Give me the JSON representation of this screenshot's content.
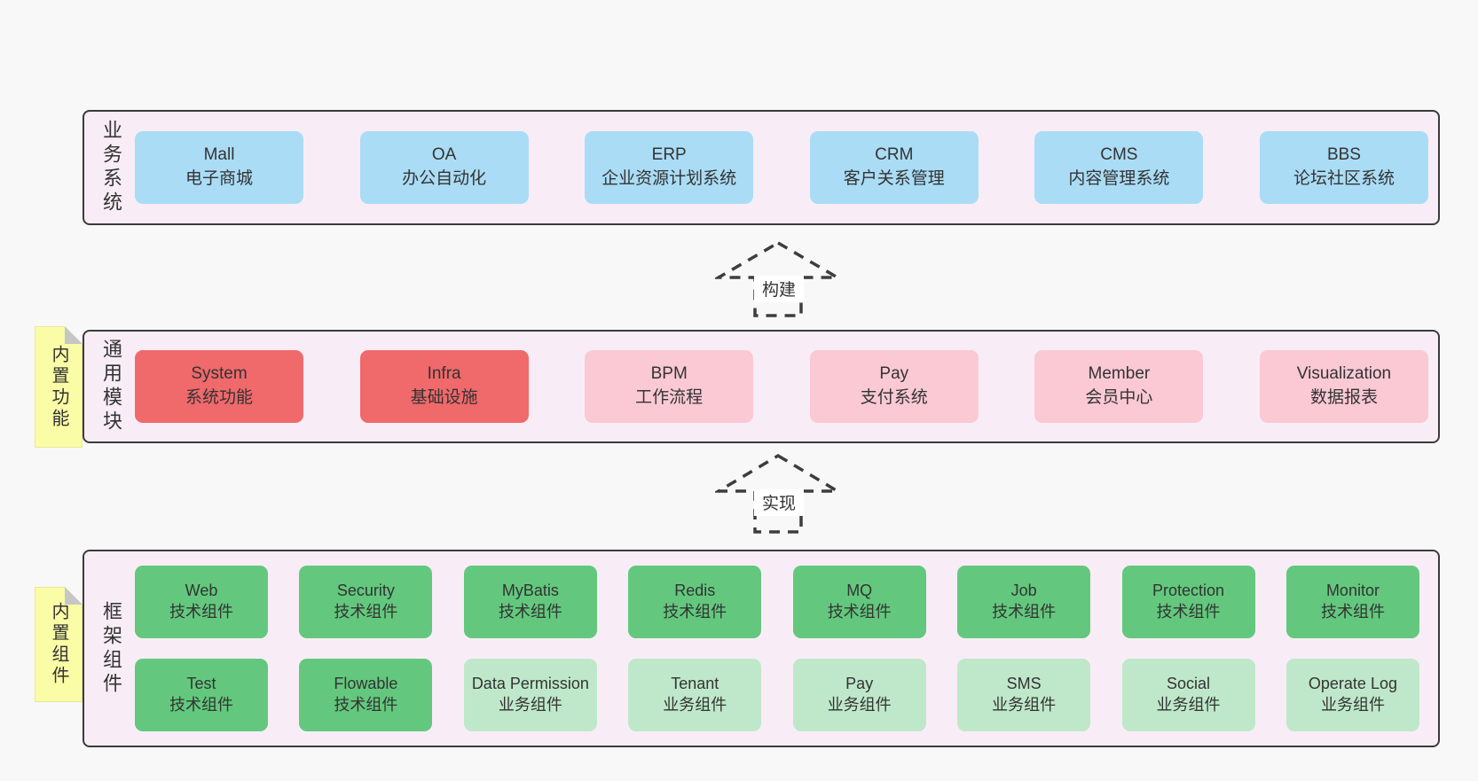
{
  "palette": {
    "page_bg": "#f8f8f8",
    "panel": "#f8edf6",
    "border": "#3b3b3b",
    "blue": "#aadcf5",
    "red": "#f0696b",
    "pink": "#fac9d4",
    "green": "#63c87d",
    "green_light": "#bfe8ca",
    "note": "#fbfca6",
    "note_fold": "#c6c6c6",
    "text": "#333333",
    "arrow": "#3d3d3d"
  },
  "arrows": [
    {
      "label": "构建"
    },
    {
      "label": "实现"
    }
  ],
  "sections": [
    {
      "label": "业务系统",
      "rows": [
        [
          {
            "title": "Mall",
            "subtitle": "电子商城",
            "type": "blue"
          },
          {
            "title": "OA",
            "subtitle": "办公自动化",
            "type": "blue"
          },
          {
            "title": "ERP",
            "subtitle": "企业资源计划系统",
            "type": "blue"
          },
          {
            "title": "CRM",
            "subtitle": "客户关系管理",
            "type": "blue"
          },
          {
            "title": "CMS",
            "subtitle": "内容管理系统",
            "type": "blue"
          },
          {
            "title": "BBS",
            "subtitle": "论坛社区系统",
            "type": "blue"
          }
        ]
      ]
    },
    {
      "label": "通用模块",
      "note": "内置功能",
      "rows": [
        [
          {
            "title": "System",
            "subtitle": "系统功能",
            "type": "red"
          },
          {
            "title": "Infra",
            "subtitle": "基础设施",
            "type": "red"
          },
          {
            "title": "BPM",
            "subtitle": "工作流程",
            "type": "pink"
          },
          {
            "title": "Pay",
            "subtitle": "支付系统",
            "type": "pink"
          },
          {
            "title": "Member",
            "subtitle": "会员中心",
            "type": "pink"
          },
          {
            "title": "Visualization",
            "subtitle": "数据报表",
            "type": "pink"
          }
        ]
      ]
    },
    {
      "label": "框架组件",
      "note": "内置组件",
      "rows": [
        [
          {
            "title": "Web",
            "subtitle": "技术组件",
            "type": "green"
          },
          {
            "title": "Security",
            "subtitle": "技术组件",
            "type": "green"
          },
          {
            "title": "MyBatis",
            "subtitle": "技术组件",
            "type": "green"
          },
          {
            "title": "Redis",
            "subtitle": "技术组件",
            "type": "green"
          },
          {
            "title": "MQ",
            "subtitle": "技术组件",
            "type": "green"
          },
          {
            "title": "Job",
            "subtitle": "技术组件",
            "type": "green"
          },
          {
            "title": "Protection",
            "subtitle": "技术组件",
            "type": "green"
          },
          {
            "title": "Monitor",
            "subtitle": "技术组件",
            "type": "green"
          }
        ],
        [
          {
            "title": "Test",
            "subtitle": "技术组件",
            "type": "green"
          },
          {
            "title": "Flowable",
            "subtitle": "技术组件",
            "type": "green"
          },
          {
            "title": "Data Permission",
            "subtitle": "业务组件",
            "type": "green-light"
          },
          {
            "title": "Tenant",
            "subtitle": "业务组件",
            "type": "green-light"
          },
          {
            "title": "Pay",
            "subtitle": "业务组件",
            "type": "green-light"
          },
          {
            "title": "SMS",
            "subtitle": "业务组件",
            "type": "green-light"
          },
          {
            "title": "Social",
            "subtitle": "业务组件",
            "type": "green-light"
          },
          {
            "title": "Operate Log",
            "subtitle": "业务组件",
            "type": "green-light"
          }
        ]
      ]
    }
  ]
}
